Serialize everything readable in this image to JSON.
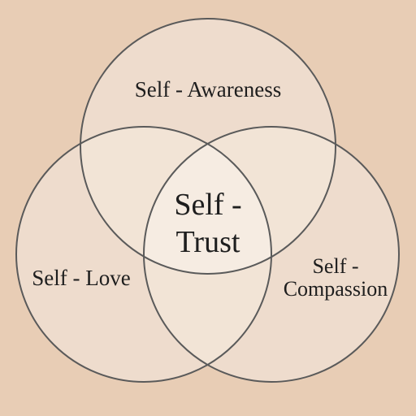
{
  "diagram": {
    "circles": {
      "awareness": {
        "label": "Self - Awareness"
      },
      "love": {
        "label": "Self - Love"
      },
      "compassion": {
        "label_line1": "Self -",
        "label_line2": "Compassion"
      }
    },
    "center": {
      "label_line1": "Self -",
      "label_line2": "Trust"
    }
  },
  "colors": {
    "background": "#e8cdb5",
    "circle_fill": "#eedccd",
    "pair_overlap_fill": "#f2e4d6",
    "center_fill": "#f6ece2",
    "stroke": "#5a5a5a",
    "text": "#1e1e1e"
  }
}
